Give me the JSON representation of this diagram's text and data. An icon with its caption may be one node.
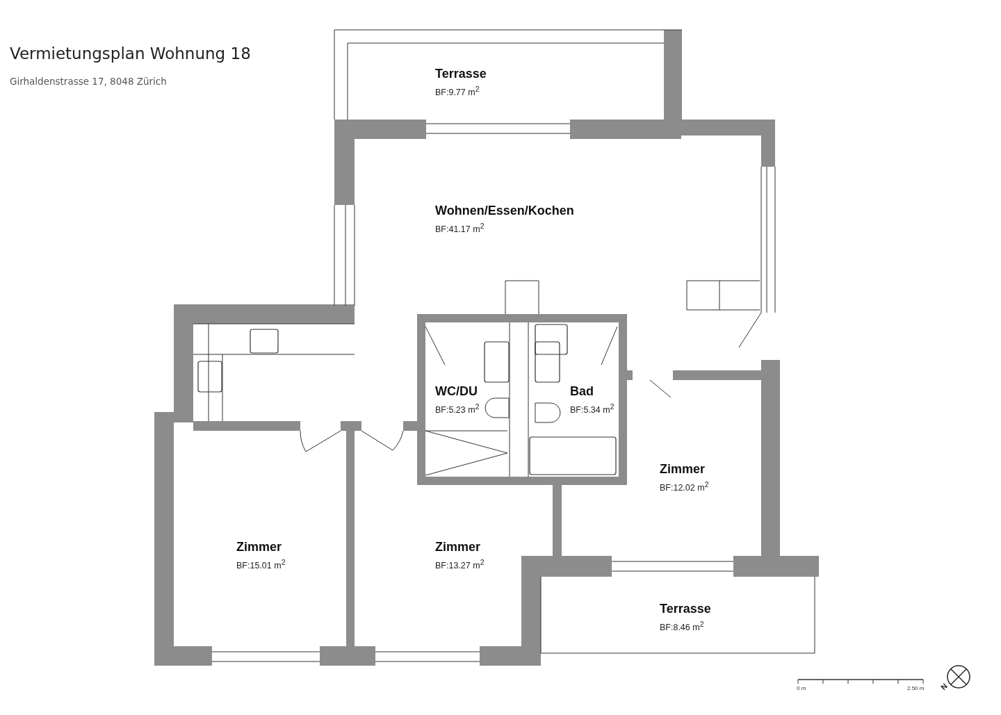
{
  "diagram": {
    "title": "Vermietungsplan Wohnung 18",
    "nodes": [
      {
        "text": [
          "Terrasse",
          "BF:9.77 m$^{2}$"
        ]
      },
      {
        "text": [
          "Wohnen/Essen/Kochen",
          "BF:41.17 m$^{2}$"
        ]
      },
      {
        "text": [
          "WC/DU",
          "BF:5.23 m$^{2}$"
        ]
      },
      {
        "text": [
          "Bad",
          "BF:5.34 m$^{2}$"
        ]
      },
      {
        "text": [
          "Zimmer",
          "BF:12.02 m$^{2}$"
        ]
      },
      {
        "text": [
          "Zimmer",
          "BF:15.01 m$^{2}$"
        ]
      },
      {
        "text": [
          "Zimmer",
          "BF:13.27 m$^{2}$"
        ]
      },
      {
        "text": [
          "Terrasse",
          "BF:8.46 m$^{2}$"
        ]
      }
    ],
    "edges": [],
    "labels": [
      "Girhaldenstrasse 17, 8048 Zürich",
      "0 m",
      "2.50 m",
      "N"
    ]
  }
}
